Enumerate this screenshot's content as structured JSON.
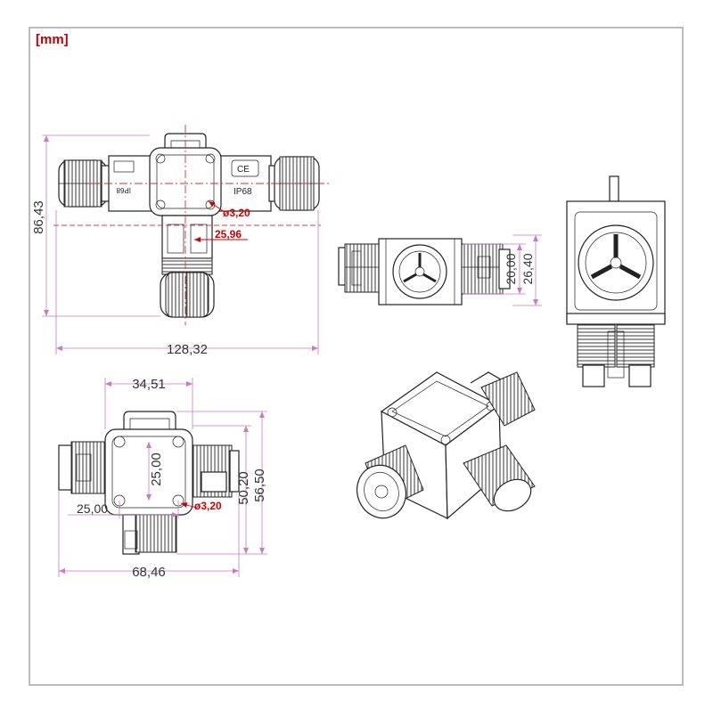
{
  "unit_label": "[mm]",
  "colors": {
    "frame": "#bbbbbb",
    "dimension_line": "#c77bc0",
    "accent_red": "#cc0000",
    "outline": "#222222"
  },
  "top_view": {
    "dim_overall_width": "128,32",
    "dim_overall_height": "86,43",
    "dim_hole": "ø3,20",
    "dim_branch_width": "25,96",
    "marking_ip": "IP68",
    "marking_ce": "CE"
  },
  "side_view": {
    "dim_inner_height": "20,00",
    "dim_outer_height": "26,40"
  },
  "front_view": {
    "dim_body_width": "34,51",
    "dim_hole_spacing_v": "25,00",
    "dim_hole_spacing_h": "25,00",
    "dim_hole": "ø3,20",
    "dim_overall_width": "68,46",
    "dim_height_inner": "50,20",
    "dim_height_outer": "56,50"
  }
}
